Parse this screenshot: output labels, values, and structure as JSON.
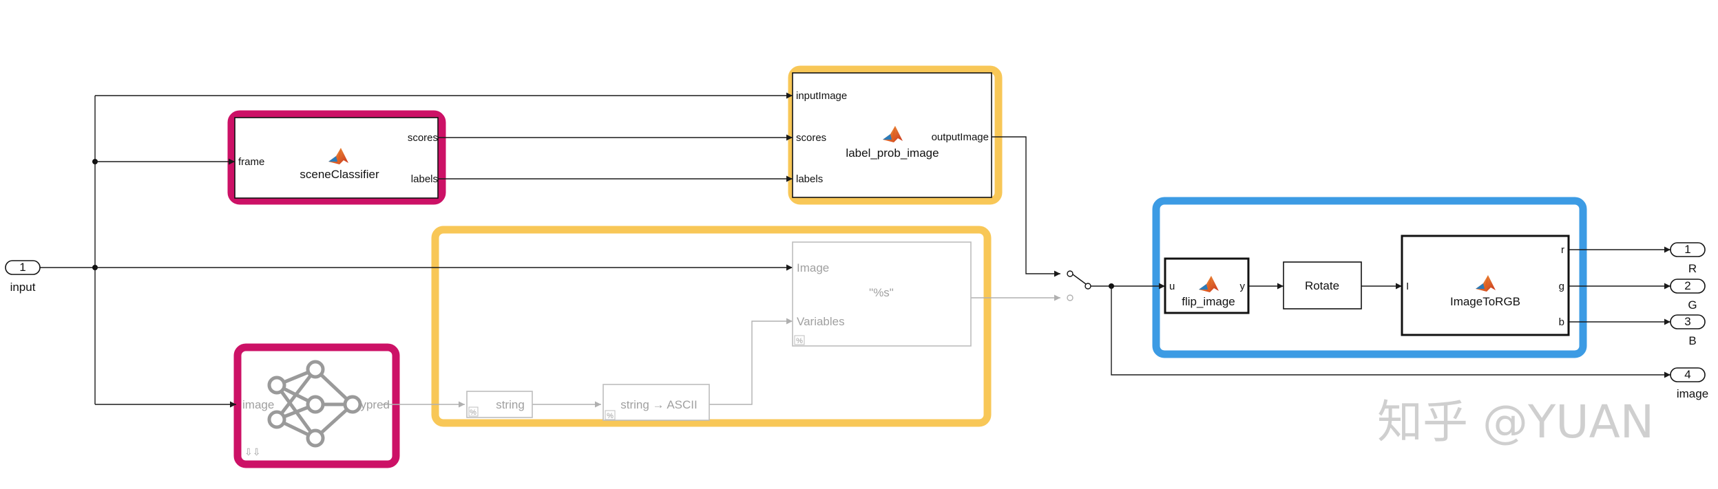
{
  "inports": [
    {
      "number": "1",
      "name": "input"
    }
  ],
  "outports": [
    {
      "number": "1",
      "name": "R"
    },
    {
      "number": "2",
      "name": "G"
    },
    {
      "number": "3",
      "name": "B"
    },
    {
      "number": "4",
      "name": "image"
    }
  ],
  "blocks": {
    "scene_classifier": {
      "name": "sceneClassifier",
      "in_port": "frame",
      "out_ports": [
        "scores",
        "labels"
      ]
    },
    "label_prob_image": {
      "name": "label_prob_image",
      "in_ports": [
        "inputImage",
        "scores",
        "labels"
      ],
      "out_port": "outputImage"
    },
    "sprintf": {
      "format": "\"%s\"",
      "in_ports": [
        "Image",
        "Variables"
      ],
      "tag": "%"
    },
    "to_string": {
      "label": "string",
      "tag": "%"
    },
    "string_to_ascii": {
      "label": "string → ASCII",
      "tag": "%"
    },
    "neural_net": {
      "in_port": "image",
      "out_port": "ypred",
      "badge": "⇩⇩"
    },
    "flip_image": {
      "name": "flip_image",
      "in_port": "u",
      "out_port": "y"
    },
    "rotate": {
      "name": "Rotate"
    },
    "image_to_rgb": {
      "name": "ImageToRGB",
      "in_port": "I",
      "out_ports": [
        "r",
        "g",
        "b"
      ]
    }
  },
  "colors": {
    "pink_highlight": "#cc1166",
    "yellow_highlight": "#f8c757",
    "blue_highlight": "#3c9be4",
    "disabled_grey": "#a0a0a0"
  },
  "watermark": "知乎 @YUAN"
}
